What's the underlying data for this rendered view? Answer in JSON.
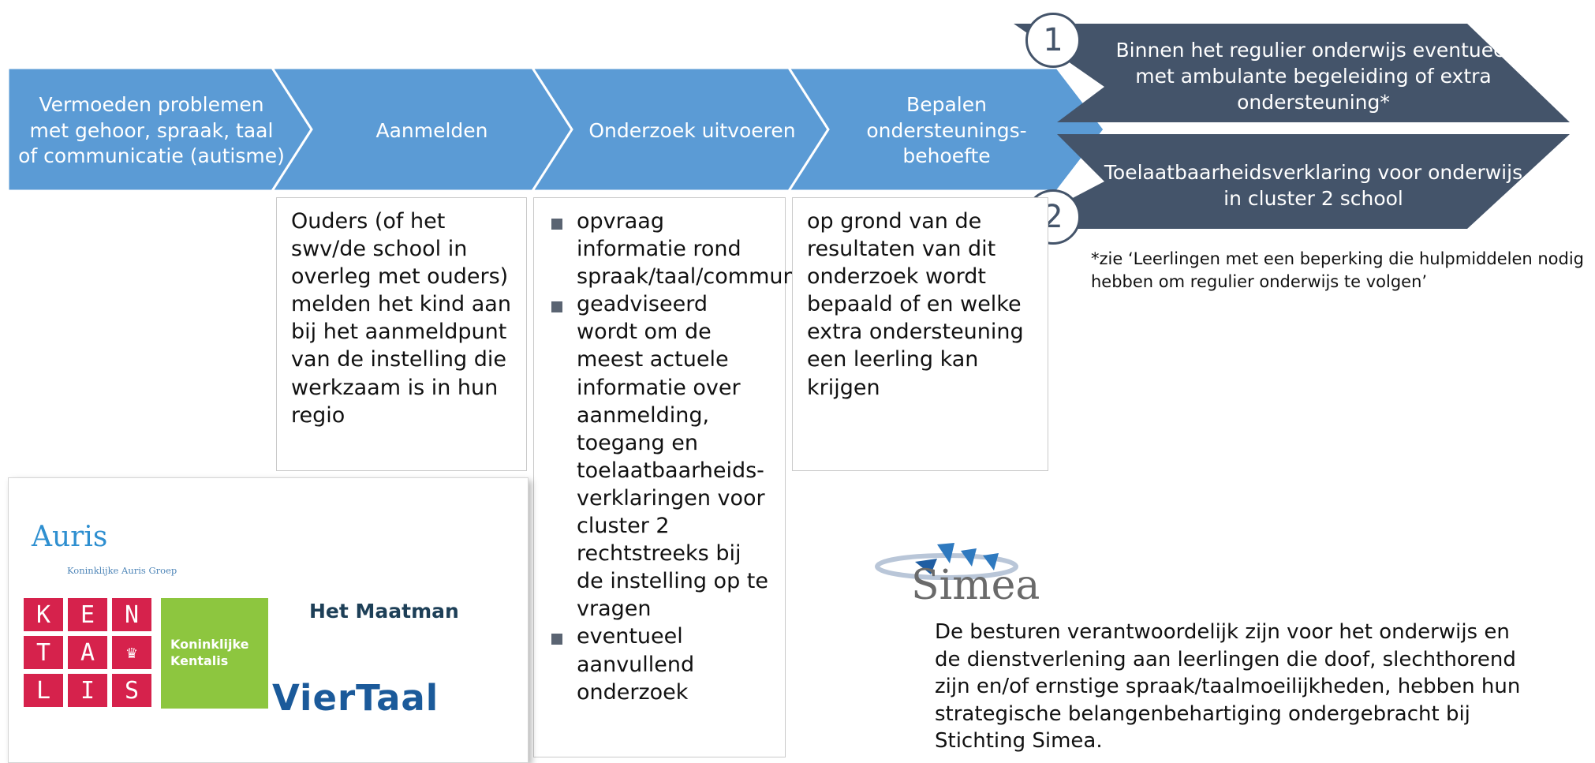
{
  "process_steps": [
    {
      "label": "Vermoeden problemen met gehoor, spraak, taal of communicatie (autisme)"
    },
    {
      "label": "Aanmelden"
    },
    {
      "label": "Onderzoek uitvoeren"
    },
    {
      "label": "Bepalen ondersteunings-behoefte"
    }
  ],
  "outcomes": [
    {
      "number": "1",
      "label": "Binnen het regulier onderwijs eventueel met ambulante begeleiding of extra ondersteuning*"
    },
    {
      "number": "2",
      "label": "Toelaatbaarheidsverklaring voor onderwijs in cluster 2 school"
    }
  ],
  "footnote": "*zie ‘Leerlingen met een beperking die hulpmiddelen nodig hebben om regulier onderwijs te volgen’",
  "detail_boxes": {
    "aanmelden": "Ouders (of het swv/de school in overleg met ouders) melden het kind aan bij het aanmeldpunt van de instelling die werkzaam is in hun regio",
    "onderzoek_items": [
      "opvraag informatie rond spraak/taal/communicatie.",
      "geadviseerd wordt om de meest actuele informatie over aanmelding, toegang en toelaatbaarheids-verklaringen voor cluster 2 rechtstreeks bij de instelling op te vragen",
      "eventueel aanvullend onderzoek"
    ],
    "ondersteuning": "op grond van de resultaten van dit onderzoek wordt bepaald of en welke extra ondersteuning een leerling kan krijgen"
  },
  "simea": {
    "logo_word": "Simea",
    "description": "De besturen verantwoordelijk zijn voor het onderwijs en de dienstverlening aan leerlingen die doof, slechthorend zijn en/of ernstige spraak/taalmoeilijkheden,  hebben hun strategische belangenbehartiging ondergebracht bij Stichting Simea."
  },
  "logos": {
    "auris": {
      "word": "Auris",
      "subtitle": "Koninklijke Auris Groep"
    },
    "kentalis": {
      "letters": [
        "K",
        "E",
        "N",
        "T",
        "A",
        "",
        "L",
        "I",
        "S"
      ],
      "line1": "Koninklijke",
      "line2": "Kentalis"
    },
    "maatman": {
      "word": "Het Maatman"
    },
    "viertaal": {
      "word": "VierTaal"
    }
  },
  "colors": {
    "chevron_fill": "#5b9bd5",
    "chevron_stroke": "#ffffff",
    "outcome_fill": "#44546a",
    "kentalis_red": "#d6224c",
    "kentalis_green": "#8dc63f",
    "maatman_teal": "#264f5f",
    "maatman_green": "#6fbf9a"
  }
}
